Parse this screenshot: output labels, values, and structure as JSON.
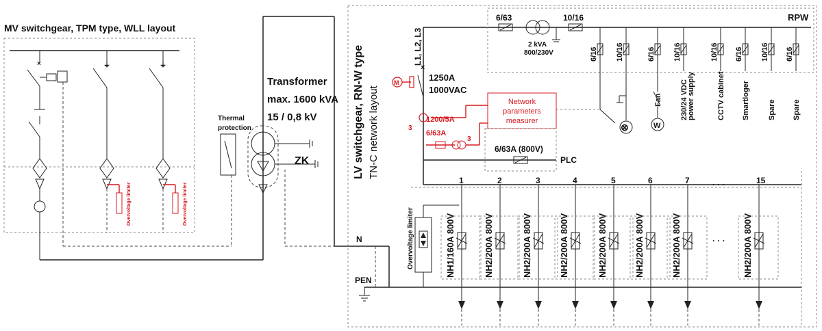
{
  "colors": {
    "line": "#222222",
    "accent": "#d7191f",
    "panel_border": "#888888"
  },
  "mv": {
    "title": "MV switchgear, TPM type, WLL layout",
    "overvoltage_label": "Overvoltage limiter"
  },
  "thermal": {
    "line1": "Thermal",
    "line2": "protection"
  },
  "transformer": {
    "line1": "Transformer",
    "line2": "max. 1600 kVA",
    "line3": "15 / 0,8 kV",
    "zk": "ZK"
  },
  "lv": {
    "title_line1": "LV switchgear, RN-W type",
    "title_line2": "TN-C network layout",
    "phases": "L1, L2, L3",
    "breaker_rating1": "1250A",
    "breaker_rating2": "1000VAC",
    "motor": "M",
    "ct_rating": "1200/5A",
    "ct_count": "3",
    "fuse_6_63A": "6/63A",
    "ct_count2": "3",
    "meter_line1": "Network",
    "meter_line2": "parameters",
    "meter_line3": "measurer",
    "plc_fuse": "6/63A (800V)",
    "plc": "PLC",
    "n": "N",
    "pen": "PEN",
    "overvoltage_label": "Overvoltage limiter"
  },
  "rpw": {
    "title": "RPW",
    "fuse_in": "6/63",
    "trafo_line1": "2 kVA",
    "trafo_line2": "800/230V",
    "fuse_out": "10/16",
    "circuits": [
      {
        "fuse": "6/16",
        "label": ""
      },
      {
        "fuse": "10/16",
        "label": ""
      },
      {
        "fuse": "6/16",
        "label": "Fan"
      },
      {
        "fuse": "10/16",
        "label": "230/24 VDC"
      },
      {
        "fuse": "",
        "label": "power supply"
      },
      {
        "fuse": "10/16",
        "label": "CCTV cabinet"
      },
      {
        "fuse": "6/16",
        "label": "Smartloger"
      },
      {
        "fuse": "10/16",
        "label": "Spare"
      },
      {
        "fuse": "6/16",
        "label": "Spare"
      }
    ],
    "lamp_symbol": "⊗",
    "fan_symbol": "W"
  },
  "feeders": {
    "numbers": [
      "1",
      "2",
      "3",
      "4",
      "5",
      "6",
      "7",
      "15"
    ],
    "ellipsis": "· · ·",
    "labels": [
      "NH1/160A 800V",
      "NH2/200A 800V",
      "NH2/200A 800V",
      "NH2/200A 800V",
      "NH2/200A 800V",
      "NH2/200A 800V",
      "NH2/200A 800V",
      "NH2/200A 800V"
    ]
  }
}
